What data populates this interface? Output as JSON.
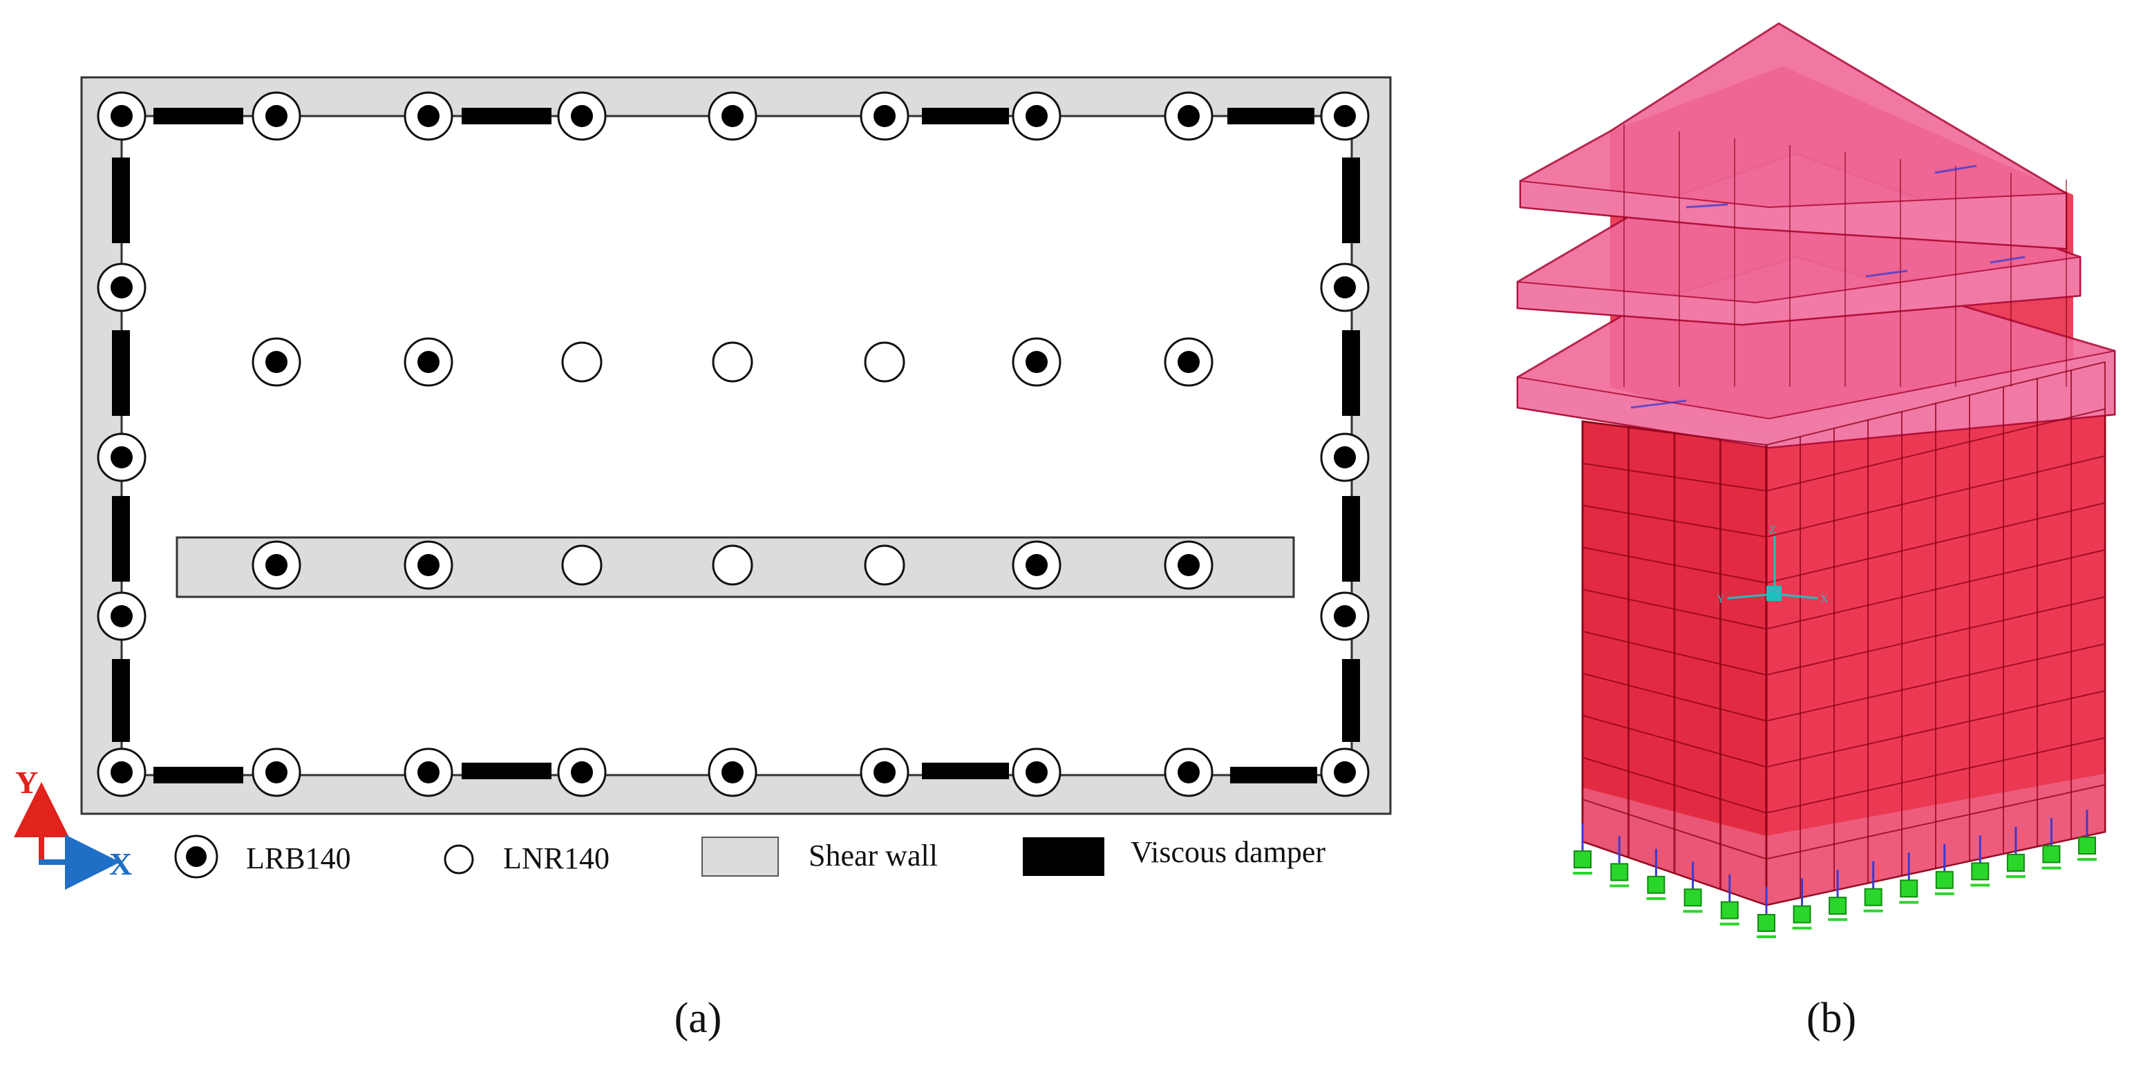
{
  "panel_a": {
    "caption": "(a)",
    "axis": {
      "y_label": "Y",
      "x_label": "X",
      "y_color": "#e0231c",
      "x_color": "#1f6fc6"
    },
    "legend": {
      "lrb": "LRB140",
      "lnr": "LNR140",
      "shear_wall": "Shear wall",
      "damper": "Viscous damper"
    },
    "colors": {
      "wall_fill": "#dcdcdc",
      "damper": "#000000",
      "outline": "#333333"
    }
  },
  "panel_b": {
    "caption": "(b)",
    "model_colors": {
      "main": "#e8112d",
      "light": "#f06a9a",
      "support": "#2bd62b",
      "support_line": "#3b3bd0"
    },
    "axis_triad": {
      "z": "Z",
      "x": "X",
      "y": "Y"
    }
  }
}
